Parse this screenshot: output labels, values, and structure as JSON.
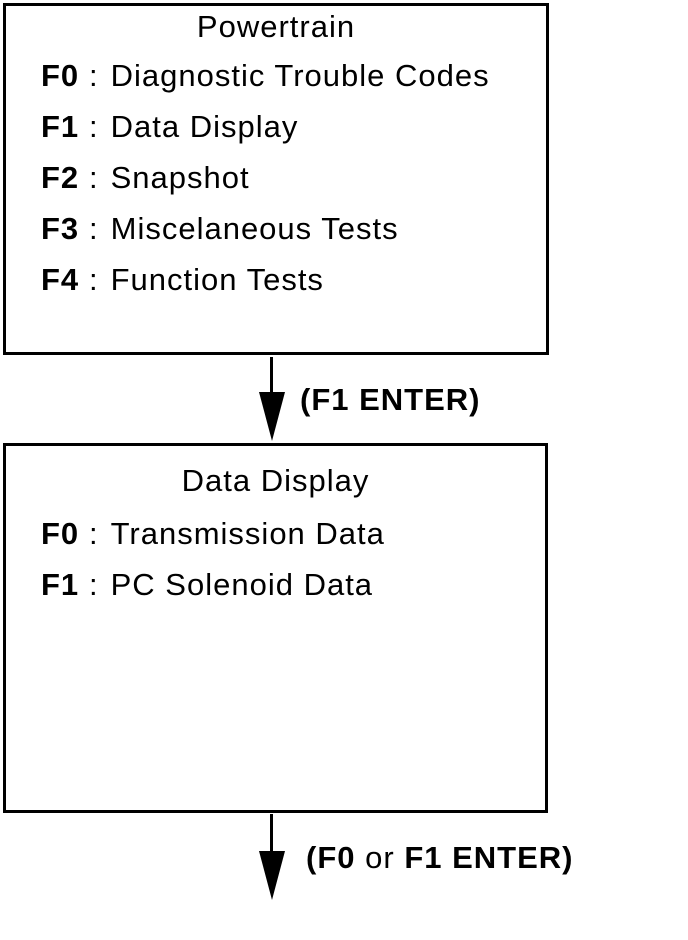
{
  "diagram": {
    "ink_color": "#000000",
    "background_color": "#ffffff",
    "menus": [
      {
        "title": "Powertrain",
        "items": [
          {
            "key": "F0",
            "colon": ":",
            "label": "Diagnostic Trouble Codes"
          },
          {
            "key": "F1",
            "colon": ":",
            "label": "Data Display"
          },
          {
            "key": "F2",
            "colon": ":",
            "label": "Snapshot"
          },
          {
            "key": "F3",
            "colon": ":",
            "label": "Miscelaneous Tests"
          },
          {
            "key": "F4",
            "colon": ":",
            "label": "Function Tests"
          }
        ]
      },
      {
        "title": "Data Display",
        "items": [
          {
            "key": "F0",
            "colon": ":",
            "label": "Transmission Data"
          },
          {
            "key": "F1",
            "colon": ":",
            "label": "PC Solenoid Data"
          }
        ]
      }
    ],
    "transitions": [
      {
        "full_text": "(F1 ENTER)",
        "segments": [
          {
            "text": "(F1 ENTER)",
            "bold": true
          }
        ]
      },
      {
        "full_text": "(F0 or F1 ENTER)",
        "segments": [
          {
            "text": "(F0 ",
            "bold": true
          },
          {
            "text": "or",
            "bold": false
          },
          {
            "text": " F1 ENTER)",
            "bold": true
          }
        ]
      }
    ]
  }
}
